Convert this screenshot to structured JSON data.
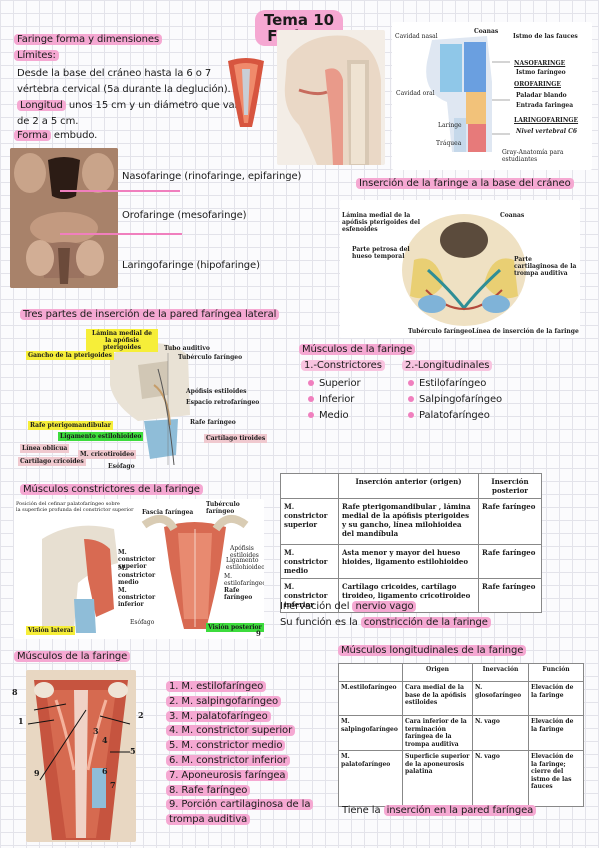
{
  "title": [
    "Tema 10",
    "Faringe"
  ],
  "intro": {
    "heading": "Faringe forma y dimensiones",
    "limits_label": "Límites:",
    "limits_text": [
      "Desde la base del cráneo hasta la 6 o 7",
      "vértebra cervical (5a durante la deglución)."
    ],
    "length_label": "Longitud",
    "length_text": [
      " unos 15 cm y un diámetro que varía",
      "de 2 a 5 cm."
    ],
    "form_label": "Forma",
    "form_text": " embudo."
  },
  "sagittal_figure": {
    "labels": [
      "Cavidad nasal",
      "Coanas",
      "Istmo de las fauces",
      "NASOFARINGE",
      "Istmo faríngeo",
      "OROFARINGE",
      "Paladar blando",
      "Entrada faringea",
      "LARINGOFARINGE",
      "Nivel vertebral C6",
      "Cavidad oral",
      "Laringe",
      "Tráquea",
      "Gray-Anatomía para estudiantes"
    ]
  },
  "parts": {
    "items": [
      "Nasofaringe (rinofaringe, epifaringe)",
      "Orofaringe (mesofaringe)",
      "Laringofaringe (hipofaringe)"
    ]
  },
  "skull_base": {
    "heading": "Inserción de la faringe a la base del cráneo",
    "labels": [
      "Lámina medial de la apófisis pterigoides del esfenoides",
      "Coanas",
      "Parte petrosa del hueso temporal",
      "Parte cartilaginosa de la trompa auditiva",
      "Tubérculo faríngeo",
      "Línea de inserción de la faringe"
    ]
  },
  "lateral_wall": {
    "heading": "Tres partes de inserción de la pared faríngea lateral",
    "labels": [
      "Lámina medial de la apófisis pterigoides",
      "Tubo auditivo",
      "Gancho de la pterigoides",
      "Tubérculo faríngeo",
      "Apófisis estiloides",
      "Espacio retrofaríngeo",
      "Rafe pterigomandibular",
      "Rafe faríngeo",
      "Ligamento estilohioideo",
      "Cartílago tiroides",
      "Línea oblicua",
      "M. cricotiroideo",
      "Cartílago cricoides",
      "Esófago"
    ]
  },
  "muscles_summary": {
    "heading": "Músculos de la faringe",
    "group1_title": "1.-Constrictores",
    "group1": [
      "Superior",
      "Inferior",
      "Medio"
    ],
    "group2_title": "2.-Longitudinales",
    "group2": [
      "Estilofaríngeo",
      "Salpingofaríngeo",
      "Palatofaríngeo"
    ]
  },
  "constrictors_figure": {
    "heading": "Músculos constrictores de la faringe",
    "caption": [
      "Posición del cefinar palatofaríngeo sobre",
      "la superficie profunda del constrictor superior"
    ],
    "labels": [
      "Fascia faríngea",
      "Tubérculo faríngeo",
      "M. constrictor superior",
      "Apófisis estiloides",
      "M. constrictor medio",
      "Ligamento estilohioideo",
      "M. estilofaríngeo",
      "M. constrictor inferior",
      "Rafe faríngeo",
      "Esófago",
      "Visión lateral",
      "Visión posterior"
    ],
    "figure_number": "9"
  },
  "constrictors_table": {
    "headers": [
      "",
      "Inserción anterior (origen)",
      "Inserción posterior"
    ],
    "rows": [
      [
        "M. constrictor superior",
        "Rafe pterigomandibular , lámina medial de la apófisis pterigoides y su gancho, línea milohioidea del mandíbula",
        "Rafe faríngeo"
      ],
      [
        "M. constrictor medio",
        "Asta menor y mayor del hueso hioides, ligamento estilohioideo",
        "Rafe faríngeo"
      ],
      [
        "M. constrictor inferior",
        "Cartílago cricoides, cartílago tiroideo, ligamento cricotiroideo",
        "Rafe faríngeo"
      ]
    ]
  },
  "innervation": {
    "line1_prefix": "Inervación del ",
    "line1_hl": "nervio vago",
    "line2_prefix": "Su función es la ",
    "line2_hl": "constricción de la faringe"
  },
  "muscles_figure": {
    "heading": "Músculos de la faringe",
    "numbers": [
      "8",
      "1",
      "2",
      "3",
      "4",
      "5",
      "6",
      "7",
      "9"
    ],
    "list": [
      "1. M. estilofaríngeo",
      "2. M. salpingofaríngeo",
      "3. M. palatofaríngeo",
      "4. M. constrictor superior",
      "5. M. constrictor medio",
      "6. M. constrictor inferior",
      "7. Aponeurosis faríngea",
      "8. Rafe faríngeo",
      "9. Porción cartilaginosa de la",
      "trompa auditiva"
    ]
  },
  "longitudinal": {
    "heading": "Músculos longitudinales de la faringe",
    "headers": [
      "",
      "Origen",
      "Inervación",
      "Función"
    ],
    "rows": [
      [
        "M.estilofaríngeo",
        "Cara medial de la base de la apófisis estiloides",
        "N. glosofaríngeo",
        "Elevación de la faringe"
      ],
      [
        "M. salpingofaríngeo",
        "Cara inferior de la terminación faríngea de la trompa auditiva",
        "N. vago",
        "Elevación de la faringe"
      ],
      [
        "M. palatofaríngeo",
        "Superficie superior de la aponeurosis palatina",
        "N. vago",
        "Elevación de la faringe; cierre del istmo de las fauces"
      ]
    ],
    "footer_prefix": "Tiene la ",
    "footer_hl": "inserción en la pared faríngea"
  },
  "colors": {
    "highlight": "#f5a8d2",
    "accent": "#f07fbe",
    "green_tag": "#3ddc3d",
    "yellow_tag": "#f6ee39"
  }
}
